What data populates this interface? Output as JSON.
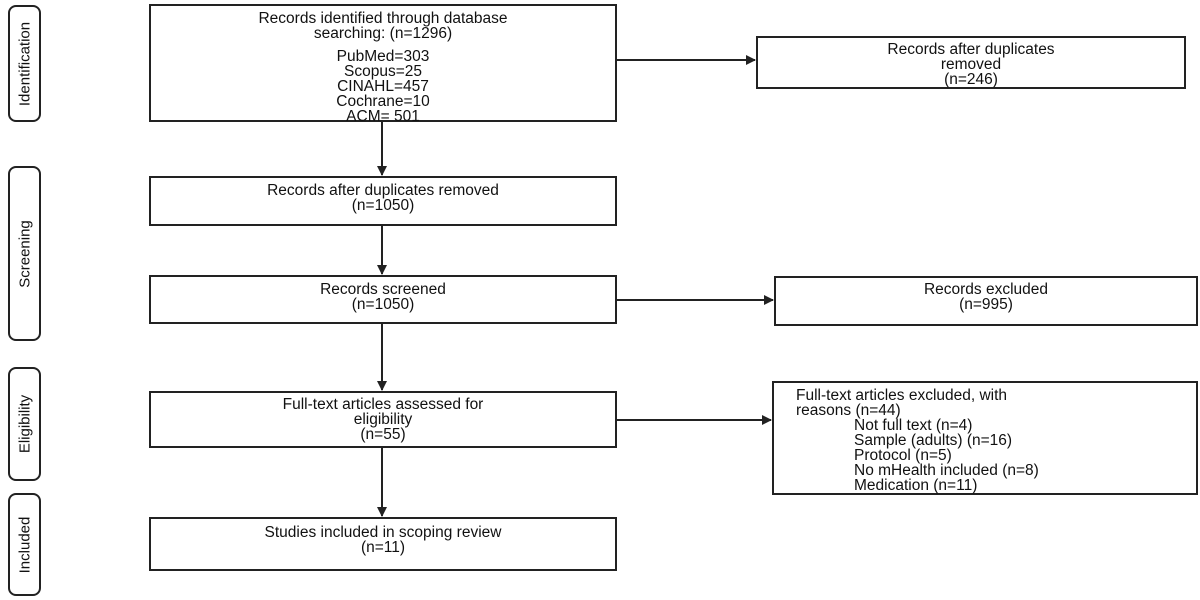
{
  "phases": {
    "identification": "Identification",
    "screening": "Screening",
    "eligibility": "Eligibility",
    "included": "Included"
  },
  "boxes": {
    "identified": {
      "lines": [
        "Records identified through database",
        "searching: (n=1296)",
        "",
        "PubMed=303",
        "Scopus=25",
        "CINAHL=457",
        "Cochrane=10",
        "ACM= 501"
      ]
    },
    "duplicates_removed_side": {
      "lines": [
        "Records after duplicates",
        "removed",
        "(n=246)"
      ]
    },
    "after_duplicates": {
      "lines": [
        "Records after duplicates removed",
        "(n=1050)"
      ]
    },
    "screened": {
      "lines": [
        "Records screened",
        "(n=1050)"
      ]
    },
    "excluded": {
      "lines": [
        "Records excluded",
        "(n=995)"
      ]
    },
    "fulltext_assessed": {
      "lines": [
        "Full-text articles assessed for",
        "eligibility",
        "(n=55)"
      ]
    },
    "fulltext_excluded": {
      "header": [
        "Full-text articles excluded, with",
        "reasons (n=44)"
      ],
      "reasons": [
        "Not full text (n=4)",
        "Sample (adults) (n=16)",
        "Protocol (n=5)",
        "No mHealth included (n=8)",
        "Medication (n=11)"
      ]
    },
    "included_studies": {
      "lines": [
        "Studies included in scoping review",
        "(n=11)"
      ]
    }
  },
  "colors": {
    "stroke": "#222222",
    "background": "#ffffff",
    "text": "#111111"
  }
}
